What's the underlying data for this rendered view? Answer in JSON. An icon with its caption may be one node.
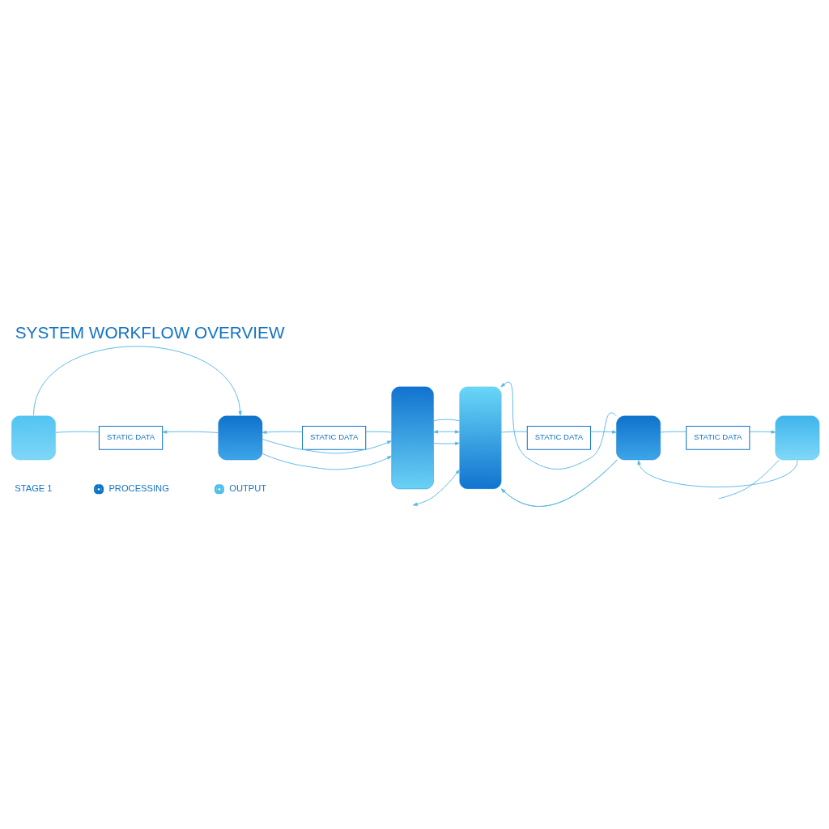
{
  "diagram": {
    "title": "SYSTEM WORKFLOW OVERVIEW",
    "nodes": [
      {
        "text": [],
        "shape": "box"
      },
      {
        "text": [
          "STATIC DATA"
        ]
      },
      {
        "text": [],
        "shape": "box"
      },
      {
        "text": [
          "STATIC DATA"
        ]
      },
      {
        "text": [],
        "shape": "box"
      },
      {
        "text": [],
        "shape": "box"
      },
      {
        "text": [
          "STATIC DATA"
        ]
      },
      {
        "text": [],
        "shape": "box"
      },
      {
        "text": [
          "STATIC DATA"
        ]
      },
      {
        "text": [],
        "shape": "box"
      }
    ],
    "edges": [
      {
        "from": 0,
        "to": 1,
        "arrow": "none"
      },
      {
        "from": 2,
        "to": 1,
        "arrow": "to"
      },
      {
        "from": 0,
        "to": 2,
        "arrow": "to"
      },
      {
        "from": 3,
        "to": 2,
        "arrow": "to"
      },
      {
        "from": 3,
        "to": 4,
        "arrow": "none"
      },
      {
        "from": 2,
        "to": 4,
        "arrow": "to"
      },
      {
        "from": 2,
        "to": 4,
        "arrow": "to"
      },
      {
        "from": 4,
        "to": 5,
        "arrow": "to"
      },
      {
        "from": 4,
        "to": 5,
        "arrow": "both"
      },
      {
        "from": 4,
        "to": 5,
        "arrow": "none"
      },
      {
        "from": null,
        "to": 5,
        "arrow": "both"
      },
      {
        "from": 7,
        "to": 5,
        "arrow": "to"
      },
      {
        "from": 5,
        "to": 6,
        "arrow": "none"
      },
      {
        "from": 6,
        "to": 7,
        "arrow": "to"
      },
      {
        "from": 7,
        "to": 5,
        "arrow": "to"
      },
      {
        "from": 7,
        "to": 5,
        "arrow": "none"
      },
      {
        "from": 7,
        "to": 8,
        "arrow": "none"
      },
      {
        "from": 8,
        "to": 9,
        "arrow": "to"
      },
      {
        "from": 9,
        "to": 7,
        "arrow": "to"
      },
      {
        "from": null,
        "to": 9,
        "arrow": "none"
      }
    ],
    "labels": [
      "STAGE 1"
    ],
    "legend": [
      {
        "text": "PROCESSING",
        "color": "#0b72c9"
      },
      {
        "text": "OUTPUT",
        "color": "#4cbfeb"
      }
    ]
  }
}
